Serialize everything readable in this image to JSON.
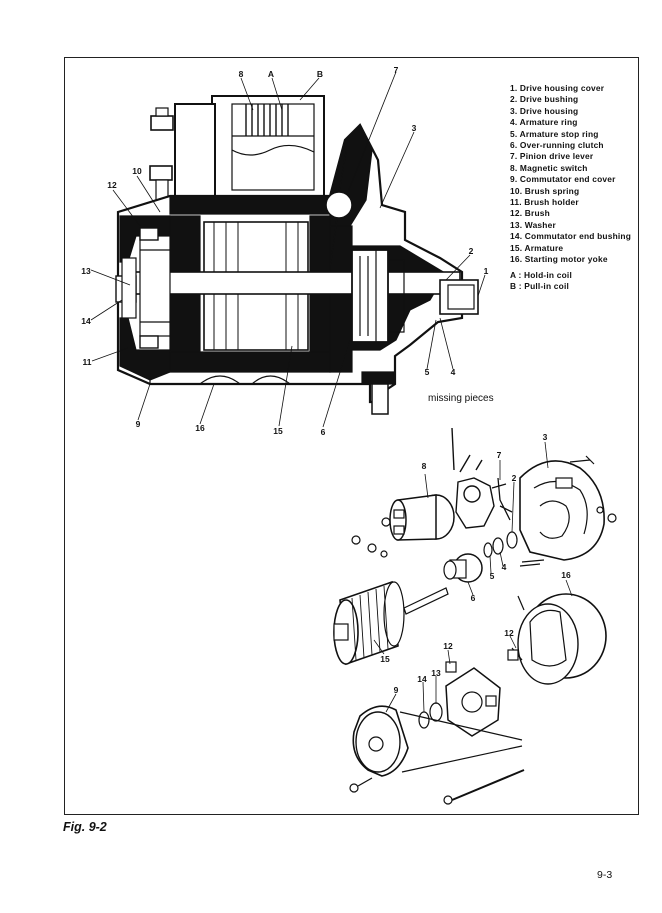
{
  "legend": [
    "1. Drive housing cover",
    "2. Drive bushing",
    "3. Drive housing",
    "4. Armature ring",
    "5. Armature stop ring",
    "6. Over-running clutch",
    "7. Pinion drive lever",
    "8. Magnetic switch",
    "9. Commutator end cover",
    "10. Brush spring",
    "11. Brush holder",
    "12. Brush",
    "13. Washer",
    "14. Commutator end bushing",
    "15. Armature",
    "16. Starting motor yoke"
  ],
  "coil_legend": [
    "A : Hold-in coil",
    "B : Pull-in coil"
  ],
  "callouts_section": [
    "8",
    "A",
    "B",
    "7",
    "3",
    "10",
    "12",
    "13",
    "14",
    "11",
    "2",
    "1",
    "5",
    "4",
    "9",
    "16",
    "15",
    "6"
  ],
  "callouts_exploded": [
    "3",
    "8",
    "7",
    "2",
    "5",
    "4",
    "6",
    "16",
    "12",
    "15",
    "12",
    "13",
    "14",
    "9"
  ],
  "annotation": "missing pieces",
  "figure_caption": "Fig. 9-2",
  "page_number": "9-3"
}
